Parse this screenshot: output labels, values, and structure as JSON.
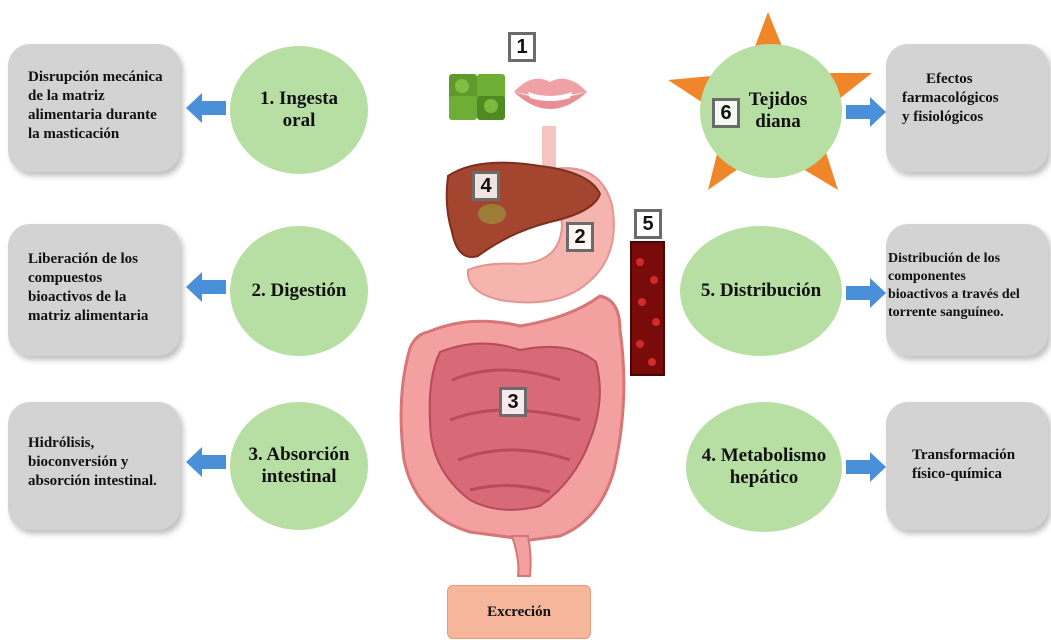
{
  "left_boxes": [
    {
      "lines": [
        "Disrupción mecánica",
        "de la matriz",
        "alimentaria durante",
        "la masticación"
      ]
    },
    {
      "lines": [
        "Liberación de los",
        "compuestos",
        "bioactivos de la",
        "matriz alimentaria"
      ]
    },
    {
      "lines": [
        "Hidrólisis,",
        "bioconversión y",
        "absorción intestinal."
      ]
    }
  ],
  "left_circles": [
    {
      "lines": [
        "1. Ingesta",
        "oral"
      ]
    },
    {
      "lines": [
        "2. Digestión"
      ]
    },
    {
      "lines": [
        "3. Absorción",
        "intestinal"
      ]
    }
  ],
  "right_circles": [
    {
      "lines": [
        "Tejidos",
        "diana"
      ]
    },
    {
      "lines": [
        "5. Distribución"
      ]
    },
    {
      "lines": [
        "4. Metabolismo",
        "hepático"
      ]
    }
  ],
  "right_boxes": [
    {
      "lines": [
        "Efectos",
        "farmacológicos",
        "y fisiológicos"
      ]
    },
    {
      "lines": [
        "Distribución de los",
        "componentes",
        "bioactivos a través del",
        "torrente sanguíneo."
      ]
    },
    {
      "lines": [
        "Transformación",
        "físico-química"
      ]
    }
  ],
  "markers": {
    "m1": "1",
    "m2": "2",
    "m3": "3",
    "m4": "4",
    "m5": "5",
    "m6": "6"
  },
  "excretion_label": "Excreción",
  "colors": {
    "circle_fill": "#b7dfa3",
    "box_fill": "#d3d3d3",
    "arrow_blue": "#4a90d9",
    "star_orange": "#f0862a",
    "excretion_fill": "#f6b69b",
    "intestine_pink": "#e58a8a",
    "liver_brown": "#a4462f"
  }
}
